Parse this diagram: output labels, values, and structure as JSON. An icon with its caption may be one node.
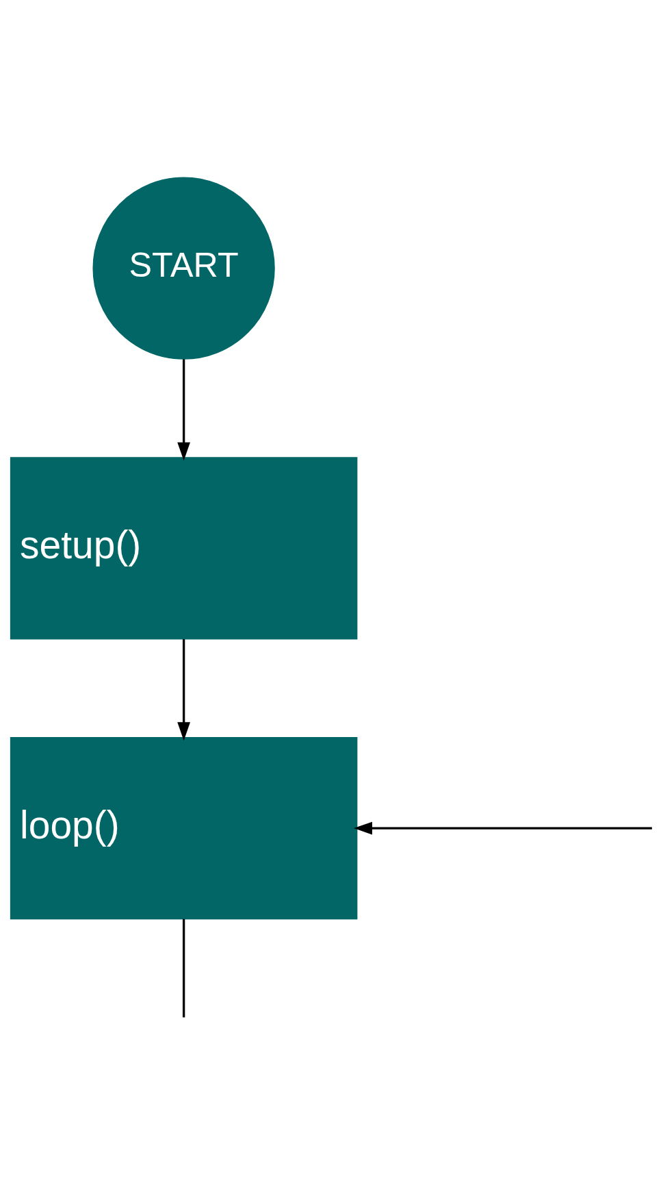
{
  "diagram": {
    "nodes": [
      {
        "text": [
          "START"
        ]
      },
      {
        "text": [
          "setup()"
        ]
      },
      {
        "text": [
          "loop()"
        ]
      }
    ],
    "edges": [
      {
        "from": 0,
        "to": 1,
        "arrow": "to"
      },
      {
        "from": 1,
        "to": 2,
        "arrow": "to"
      },
      {
        "from": null,
        "to": 2,
        "arrow": "to"
      },
      {
        "from": 2,
        "to": null,
        "arrow": "none"
      }
    ]
  }
}
